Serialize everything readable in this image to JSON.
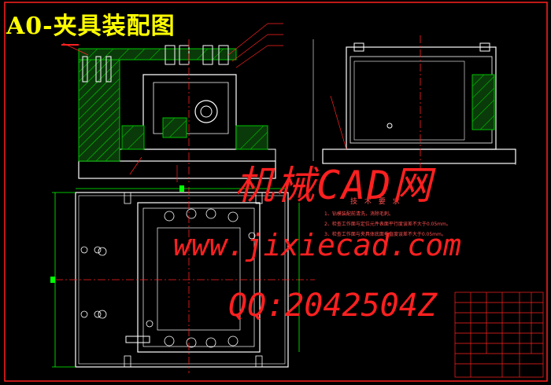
{
  "drawing": {
    "title": "A0-夹具装配图",
    "watermark_site": "机械CAD网",
    "watermark_url": "www.jixiecad.com",
    "watermark_qq": "QQ:2042504Z",
    "tech_requirements": {
      "heading": "技 术 要 求",
      "items": [
        "1、钻模装配前清洗，消除毛刺。",
        "2、检查工作面与定位元件表面平行度误差不大于0.05mm。",
        "3、检查工作面与夹具体底面垂直度误差不大于0.05mm。"
      ]
    }
  },
  "colors": {
    "background": "#000000",
    "frame": "#ff2020",
    "outline": "#ffffff",
    "hatch": "#00c000",
    "title": "#ffff00",
    "centerline": "#ff2020",
    "dimension": "#00ff00"
  }
}
